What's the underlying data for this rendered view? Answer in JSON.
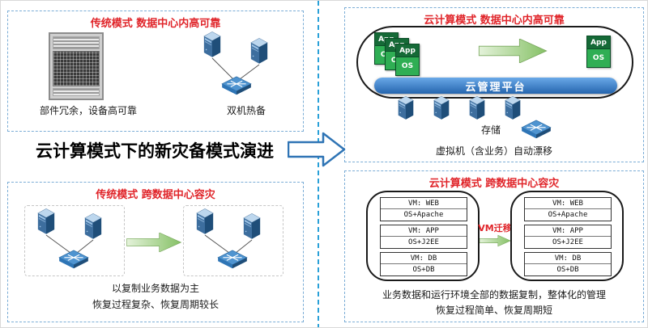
{
  "main_title": "云计算模式下的新灾备模式演进",
  "colors": {
    "title_red": "#e0252a",
    "panel_border_blue": "#7badd6",
    "divider_blue": "#29a0d8",
    "platform_blue": "#2565ae",
    "app_green_dark": "#156a37",
    "os_green": "#2fae54",
    "arrow_green": "#86c166",
    "evolution_arrow_blue": "#2f74b5"
  },
  "panels": {
    "top_left": {
      "title": "传统模式 数据中心内高可靠",
      "rack_caption": "部件冗余，设备高可靠",
      "ha_caption": "双机热备"
    },
    "bottom_left": {
      "title": "传统模式 跨数据中心容灾",
      "caption_line1": "以复制业务数据为主",
      "caption_line2": "恢复过程复杂、恢复周期较长"
    },
    "top_right": {
      "title": "云计算模式 数据中心内高可靠",
      "app_label": "App",
      "os_label": "OS",
      "platform_label": "云管理平台",
      "storage_label": "存储",
      "caption": "虚拟机（含业务）自动漂移"
    },
    "bottom_right": {
      "title": "云计算模式 跨数据中心容灾",
      "vm_rows": [
        {
          "line1": "VM: WEB",
          "line2": "OS+Apache"
        },
        {
          "line1": "VM: APP",
          "line2": "OS+J2EE"
        },
        {
          "line1": "VM: DB",
          "line2": "OS+DB"
        }
      ],
      "migration_label": "VM迁移",
      "caption_line1": "业务数据和运行环境全部的数据复制，整体化的管理",
      "caption_line2": "恢复过程简单、恢复周期短"
    }
  }
}
